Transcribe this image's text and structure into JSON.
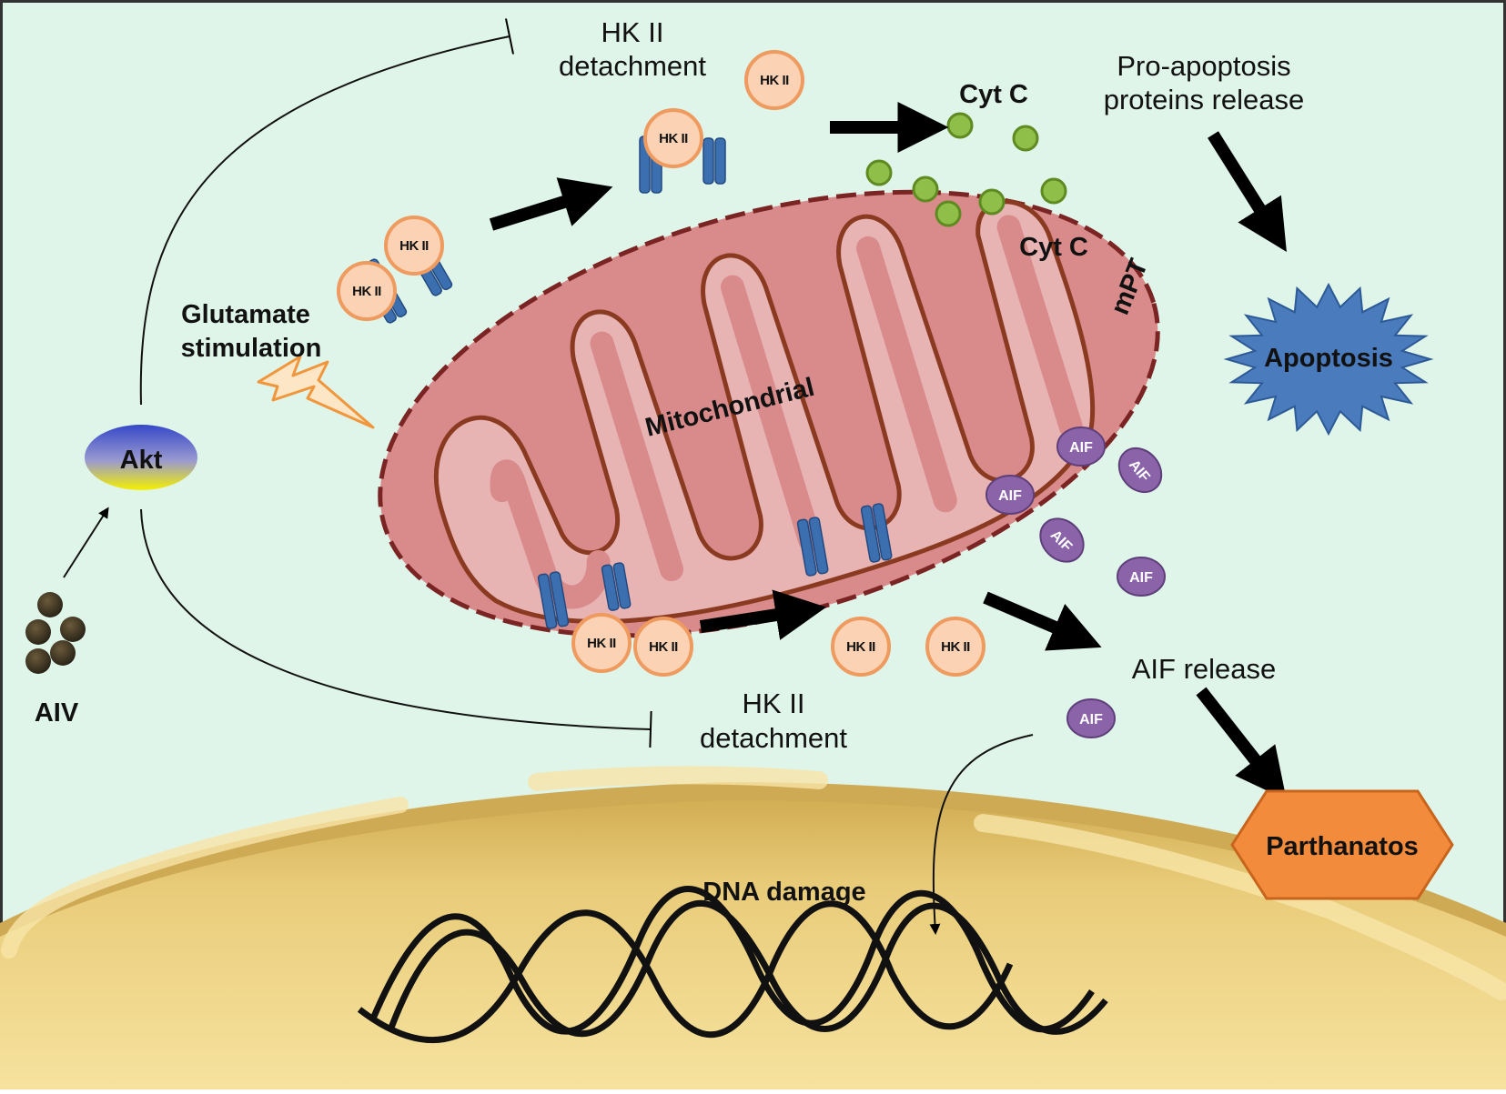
{
  "labels": {
    "hk_detachment_top_line1": "HK II",
    "hk_detachment_top_line2": "detachment",
    "hk_detachment_bottom_line1": "HK II",
    "hk_detachment_bottom_line2": "detachment",
    "pro_apoptosis_line1": "Pro-apoptosis",
    "pro_apoptosis_line2": "proteins release",
    "cyt_c_outer": "Cyt C",
    "cyt_c_inner": "Cyt C",
    "mpt": "mPT",
    "glutamate_line1": "Glutamate",
    "glutamate_line2": "stimulation",
    "akt": "Akt",
    "aiv": "AIV",
    "mitochondrial": "Mitochondrial",
    "apoptosis": "Apoptosis",
    "aif_release": "AIF release",
    "parthanatos": "Parthanatos",
    "dna_damage": "DNA damage"
  },
  "proteins": {
    "hk_label": "HK II",
    "aif_label": "AIF"
  },
  "colors": {
    "background": "#dff5e9",
    "mito_outer": "#d98a8a",
    "mito_inner": "#e8b3b3",
    "mito_border": "#7a2424",
    "hk_fill": "#fbd3b4",
    "hk_stroke": "#ef9a5e",
    "cytc": "#8fbf48",
    "aif": "#8b63a8",
    "apoptosis": "#4a7bbd",
    "parthanatos": "#f28c3c",
    "nucleus": "#e8c873",
    "akt_top": "#3a4fd0",
    "akt_bottom": "#f6f000"
  }
}
